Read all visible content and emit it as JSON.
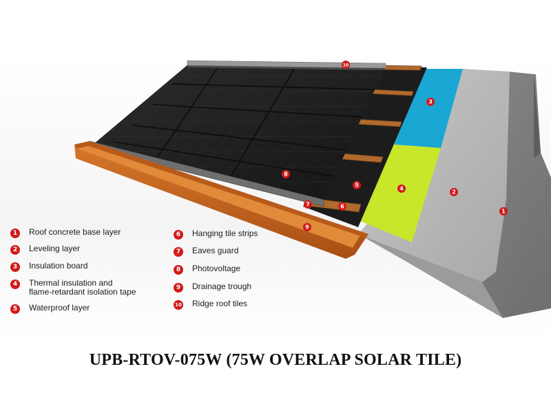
{
  "title": "UPB-RTOV-075W (75W OVERLAP SOLAR TILE)",
  "colors": {
    "marker": "#d21a1a",
    "insulation_board": "#1aa7d4",
    "thermal_tape": "#c8e62a",
    "trough": "#c8641e",
    "strips": "#b06a2e",
    "panel": "#1e1e1e"
  },
  "legend": [
    {
      "num": "1",
      "label": "Roof concrete base layer"
    },
    {
      "num": "2",
      "label": "Leveling layer"
    },
    {
      "num": "3",
      "label": "Insulation board"
    },
    {
      "num": "4",
      "label": "Thermal insulation and\nflame-retardant isolation tape"
    },
    {
      "num": "5",
      "label": "Waterproof layer"
    },
    {
      "num": "6",
      "label": "Hanging tile strips"
    },
    {
      "num": "7",
      "label": "Eaves guard"
    },
    {
      "num": "8",
      "label": "Photovoltage"
    },
    {
      "num": "9",
      "label": "Drainage trough"
    },
    {
      "num": "10",
      "label": "Ridge roof tiles"
    }
  ],
  "markers": [
    "1",
    "2",
    "3",
    "4",
    "5",
    "6",
    "7",
    "8",
    "9",
    "10"
  ]
}
